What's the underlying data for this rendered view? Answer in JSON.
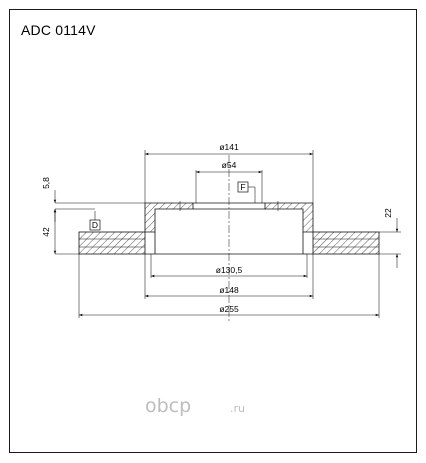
{
  "title": "ADC 0114V",
  "dimensions": {
    "d141": "ø141",
    "d54": "ø54",
    "d130_5": "ø130,5",
    "d148": "ø148",
    "d255": "ø255",
    "h42": "42",
    "h5_8": "5,8",
    "h22": "22"
  },
  "datums": {
    "f": "F",
    "d": "D"
  },
  "watermark": {
    "brand": "obcp",
    "tld": ".ru"
  },
  "colors": {
    "line": "#111111",
    "watermark": "#bdbdbd"
  }
}
